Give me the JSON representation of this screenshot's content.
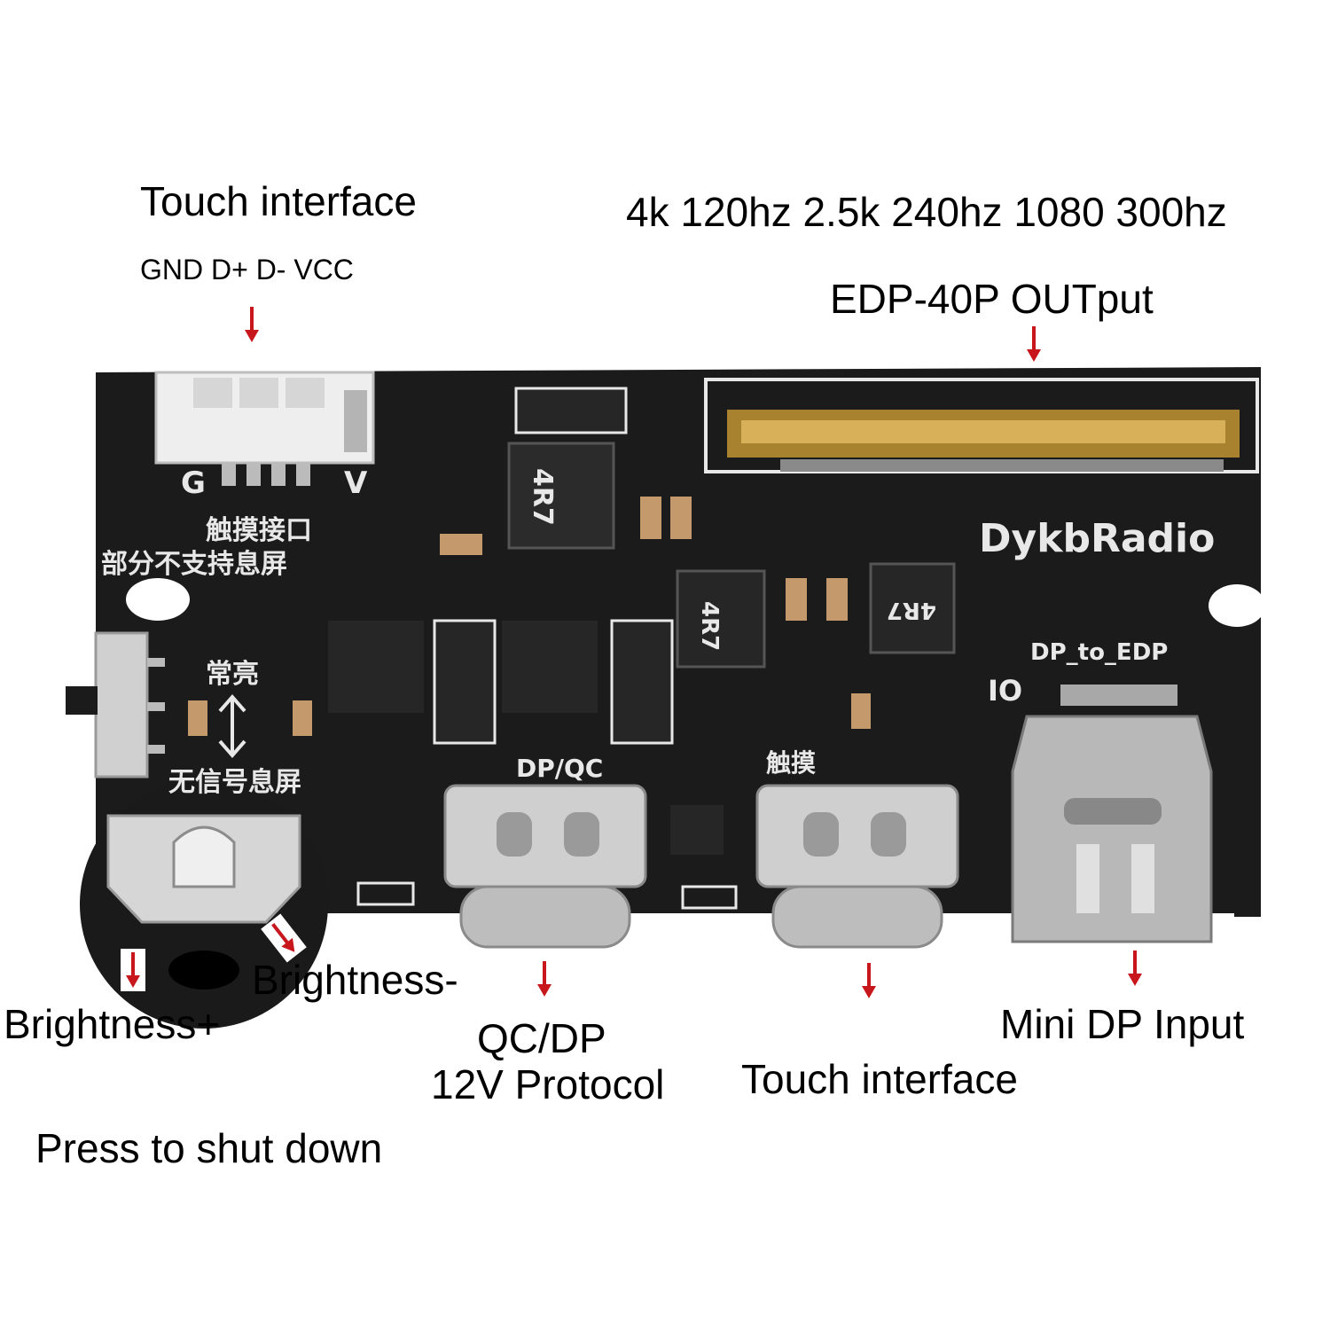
{
  "labels": {
    "touch_interface_top": "Touch interface",
    "touch_pins": "GND D+ D- VCC",
    "refresh_rates": "4k 120hz 2.5k 240hz 1080 300hz",
    "edp_output": "EDP-40P OUTput",
    "brightness_minus": "Brightness-",
    "brightness_plus": "Brightness+",
    "qc_dp": "QC/DP",
    "protocol_12v": "12V Protocol",
    "touch_interface_bottom": "Touch interface",
    "mini_dp_input": "Mini DP Input",
    "press_to_shut_down": "Press to shut down"
  },
  "silkscreen": {
    "brand": "DykbRadio",
    "board_name": "DP_to_EDP",
    "connector_g": "G",
    "connector_v": "V",
    "touch_cn": "触摸接口",
    "sleep_note_cn": "部分不支持息屏",
    "always_on_cn": "常亮",
    "no_signal_cn": "无信号息屏",
    "dp_qc": "DP/QC",
    "touch_port_cn": "触摸",
    "inductor_a": "4R7",
    "inductor_b": "4R7",
    "inductor_c": "4R7",
    "io": "IO"
  },
  "colors": {
    "pcb": "#1b1b1b",
    "silk": "#e8e8e8",
    "arrow": "#c8161d",
    "gold": "#b8923a",
    "metal": "#c9c9c9"
  }
}
